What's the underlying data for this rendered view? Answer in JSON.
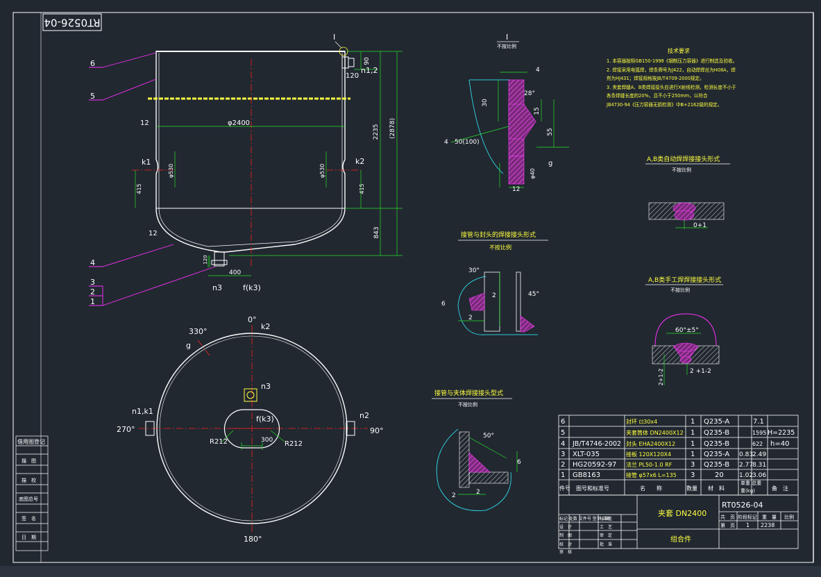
{
  "drawing": {
    "code_stamp": "RT0526-04",
    "title": "夹套 DN2400",
    "subtitle": "组合件",
    "weight": "2238",
    "qty": "1"
  },
  "elevation": {
    "part_labels": [
      "6",
      "5",
      "4",
      "3",
      "2",
      "1"
    ],
    "dims": {
      "top": "90",
      "flange": "120",
      "nozzle": "n1,2",
      "height": "2235",
      "total": "(2878)",
      "dia": "φ2400",
      "thk": "12",
      "k1": "k1",
      "k2": "k2",
      "d530a": "φ530",
      "d530b": "φ530",
      "h415a": "415",
      "h415b": "415",
      "head_h": "843",
      "head_thk": "12",
      "n3": "n3",
      "fk3": "f(k3)",
      "off400": "400",
      "h120": "120",
      "detail": "I"
    }
  },
  "plan": {
    "angles": {
      "a0": "0°",
      "a90": "90°",
      "a180": "180°",
      "a270": "270°",
      "a330": "330°"
    },
    "labels": {
      "k2": "k2",
      "g": "g",
      "n3": "n3",
      "n1k1": "n1,k1",
      "n2": "n2",
      "fk3": "f(k3)",
      "r1": "R212",
      "r2": "R212",
      "w300": "300"
    }
  },
  "details": {
    "detail_i": {
      "title": "I",
      "scale": "不按比例",
      "d4": "4",
      "d30": "30",
      "ang": "28°",
      "d15": "15",
      "d55": "55",
      "weld": "4",
      "weld2": "50(100)",
      "d40": "φ40",
      "g": "g",
      "d12": "12"
    },
    "joint_head": {
      "title": "接管与封头的焊接接头形式",
      "scale": "不按比例",
      "a30": "30°",
      "a45": "45°",
      "d6": "6",
      "d2a": "2",
      "d2b": "2"
    },
    "joint_jacket": {
      "title": "接管与夹体焊接接头型式",
      "scale": "不按比例",
      "a50": "50°",
      "d6": "6",
      "d2a": "2",
      "d2b": "2"
    },
    "auto_weld": {
      "title": "A,B类自动焊焊接接头形式",
      "scale": "不按比例",
      "gap": "0+1"
    },
    "manual_weld": {
      "title": "A,B类手工焊焊接接头形式",
      "scale": "不按比例",
      "ang": "60°±5°",
      "gap": "2 +1-2",
      "root": "2+1-2"
    }
  },
  "tech_req": {
    "title": "技术要求",
    "lines": [
      "1. 本容器按照GB150-1998《钢制压力容器》进行制造及验收。",
      "2. 焊接采用电弧焊，焊条牌号为J422，自动焊焊丝为H08A，焊",
      "   剂为HJ431；焊接规格按JB/T4709-2000规定。",
      "3. 夹套焊缝A、B类焊接接头应进行X射线检测，检测长度不小于",
      "   各条焊缝长度的20%，且不小于250mm，以符合",
      "   JB4730-94《压力容器无损检测》中Ⅲ+2162级的规定。"
    ]
  },
  "bom": {
    "rows": [
      {
        "no": "6",
        "std": "",
        "name": "封环 ⊡30x4",
        "qty": "1",
        "mat": "Q235-A",
        "unit": "",
        "total": "7.1",
        "note": ""
      },
      {
        "no": "5",
        "std": "",
        "name": "夹套筒体 DN2400X12",
        "qty": "1",
        "mat": "Q235-B",
        "unit": "",
        "total": "1595",
        "note": "H=2235"
      },
      {
        "no": "4",
        "std": "JB/T4746-2002",
        "name": "封头 EHA2400X12",
        "qty": "1",
        "mat": "Q235-B",
        "unit": "",
        "total": "622",
        "note": "h=40"
      },
      {
        "no": "3",
        "std": "XLT-035",
        "name": "接板 120X120X4",
        "qty": "1",
        "mat": "Q235-A",
        "unit": "0.83",
        "total": "2.49",
        "note": ""
      },
      {
        "no": "2",
        "std": "HG20592-97",
        "name": "法兰 PL50-1.0 RF",
        "qty": "3",
        "mat": "Q235-B",
        "unit": "2.77",
        "total": "8.31",
        "note": ""
      },
      {
        "no": "1",
        "std": "GB8163",
        "name": "接管 φ57x6 L=135",
        "qty": "3",
        "mat": "20",
        "unit": "1.02",
        "total": "3.06",
        "note": ""
      }
    ],
    "header": {
      "no": "件号",
      "std": "图号和标准号",
      "name": "名　　称",
      "qty": "数量",
      "mat": "材　料",
      "wt": "单重 总重",
      "wt2": "重(kg)",
      "note": "备　注"
    }
  },
  "title_block": {
    "left_cells": [
      "借用图登记",
      "描　图",
      "描　校",
      "底图总号",
      "签　名",
      "日　期"
    ],
    "sign_rows": [
      "标记 处数 文件号 签字 日期",
      "设　计",
      "制　图",
      "校　对",
      "审　核"
    ],
    "approve": [
      "标准化",
      "工　艺",
      "审　定",
      "批　准"
    ],
    "meta_labels": [
      "共　页",
      "阶段标记",
      "重　量",
      "比例"
    ],
    "meta_values": [
      "第　页",
      "1",
      "2238"
    ]
  }
}
